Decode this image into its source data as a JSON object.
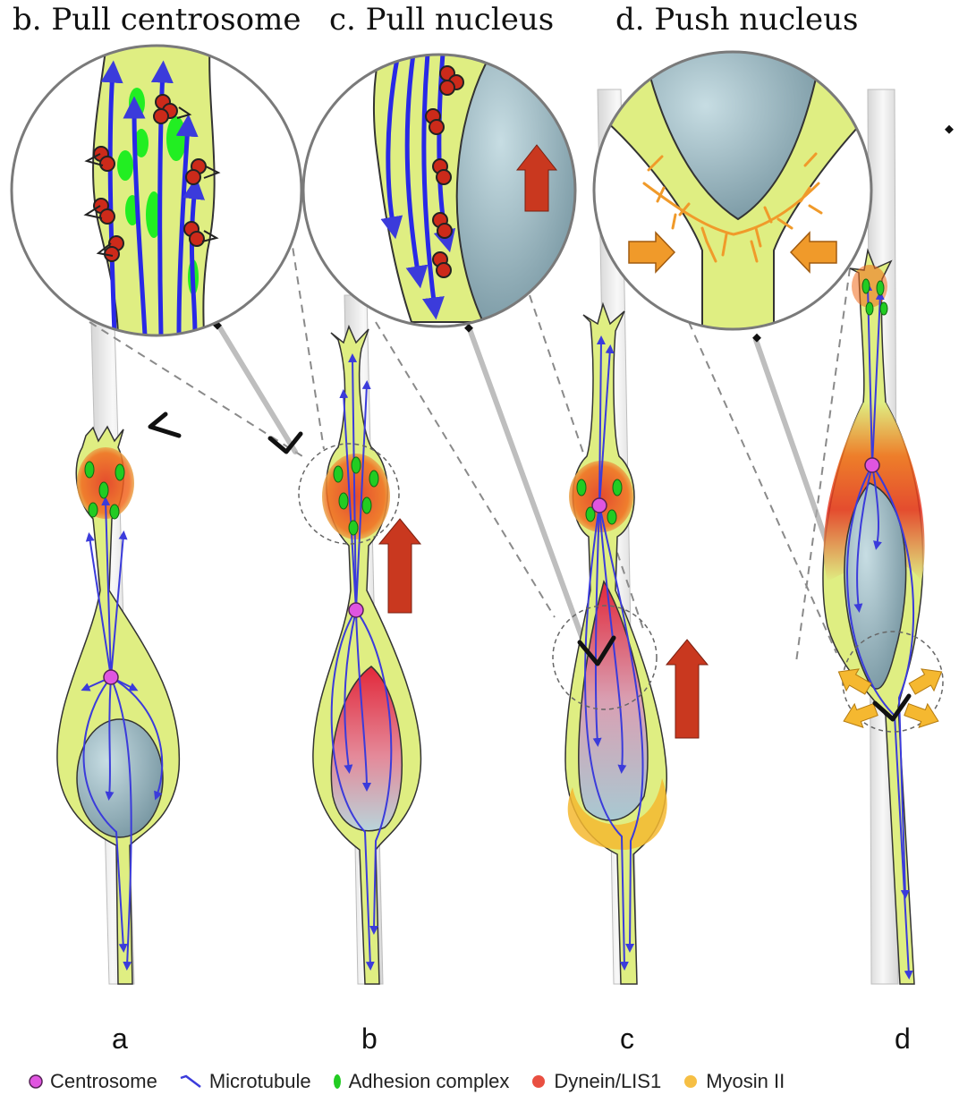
{
  "titles": {
    "b": "b. Pull centrosome",
    "c": "c. Pull nucleus",
    "d": "d. Push nucleus"
  },
  "panel_labels": [
    "a",
    "b",
    "c",
    "d"
  ],
  "legend": [
    {
      "label": "Centrosome",
      "icon": "centrosome-icon",
      "color": "#e055e0"
    },
    {
      "label": "Microtubule",
      "icon": "microtubule-icon",
      "color": "#3b3bdb"
    },
    {
      "label": "Adhesion complex",
      "icon": "adhesion-icon",
      "color": "#22cc22"
    },
    {
      "label": "Dynein/LIS1",
      "icon": "dynein-icon",
      "color": "#e53020"
    },
    {
      "label": "Myosin II",
      "icon": "myosin-icon",
      "color": "#f5b830"
    }
  ],
  "colors": {
    "cytoplasm": "#dfee82",
    "nucleus": "#8fb0bd",
    "fiber": "#ececec",
    "arrow_red": "#c9381f",
    "arrow_orange": "#f09a2a"
  }
}
